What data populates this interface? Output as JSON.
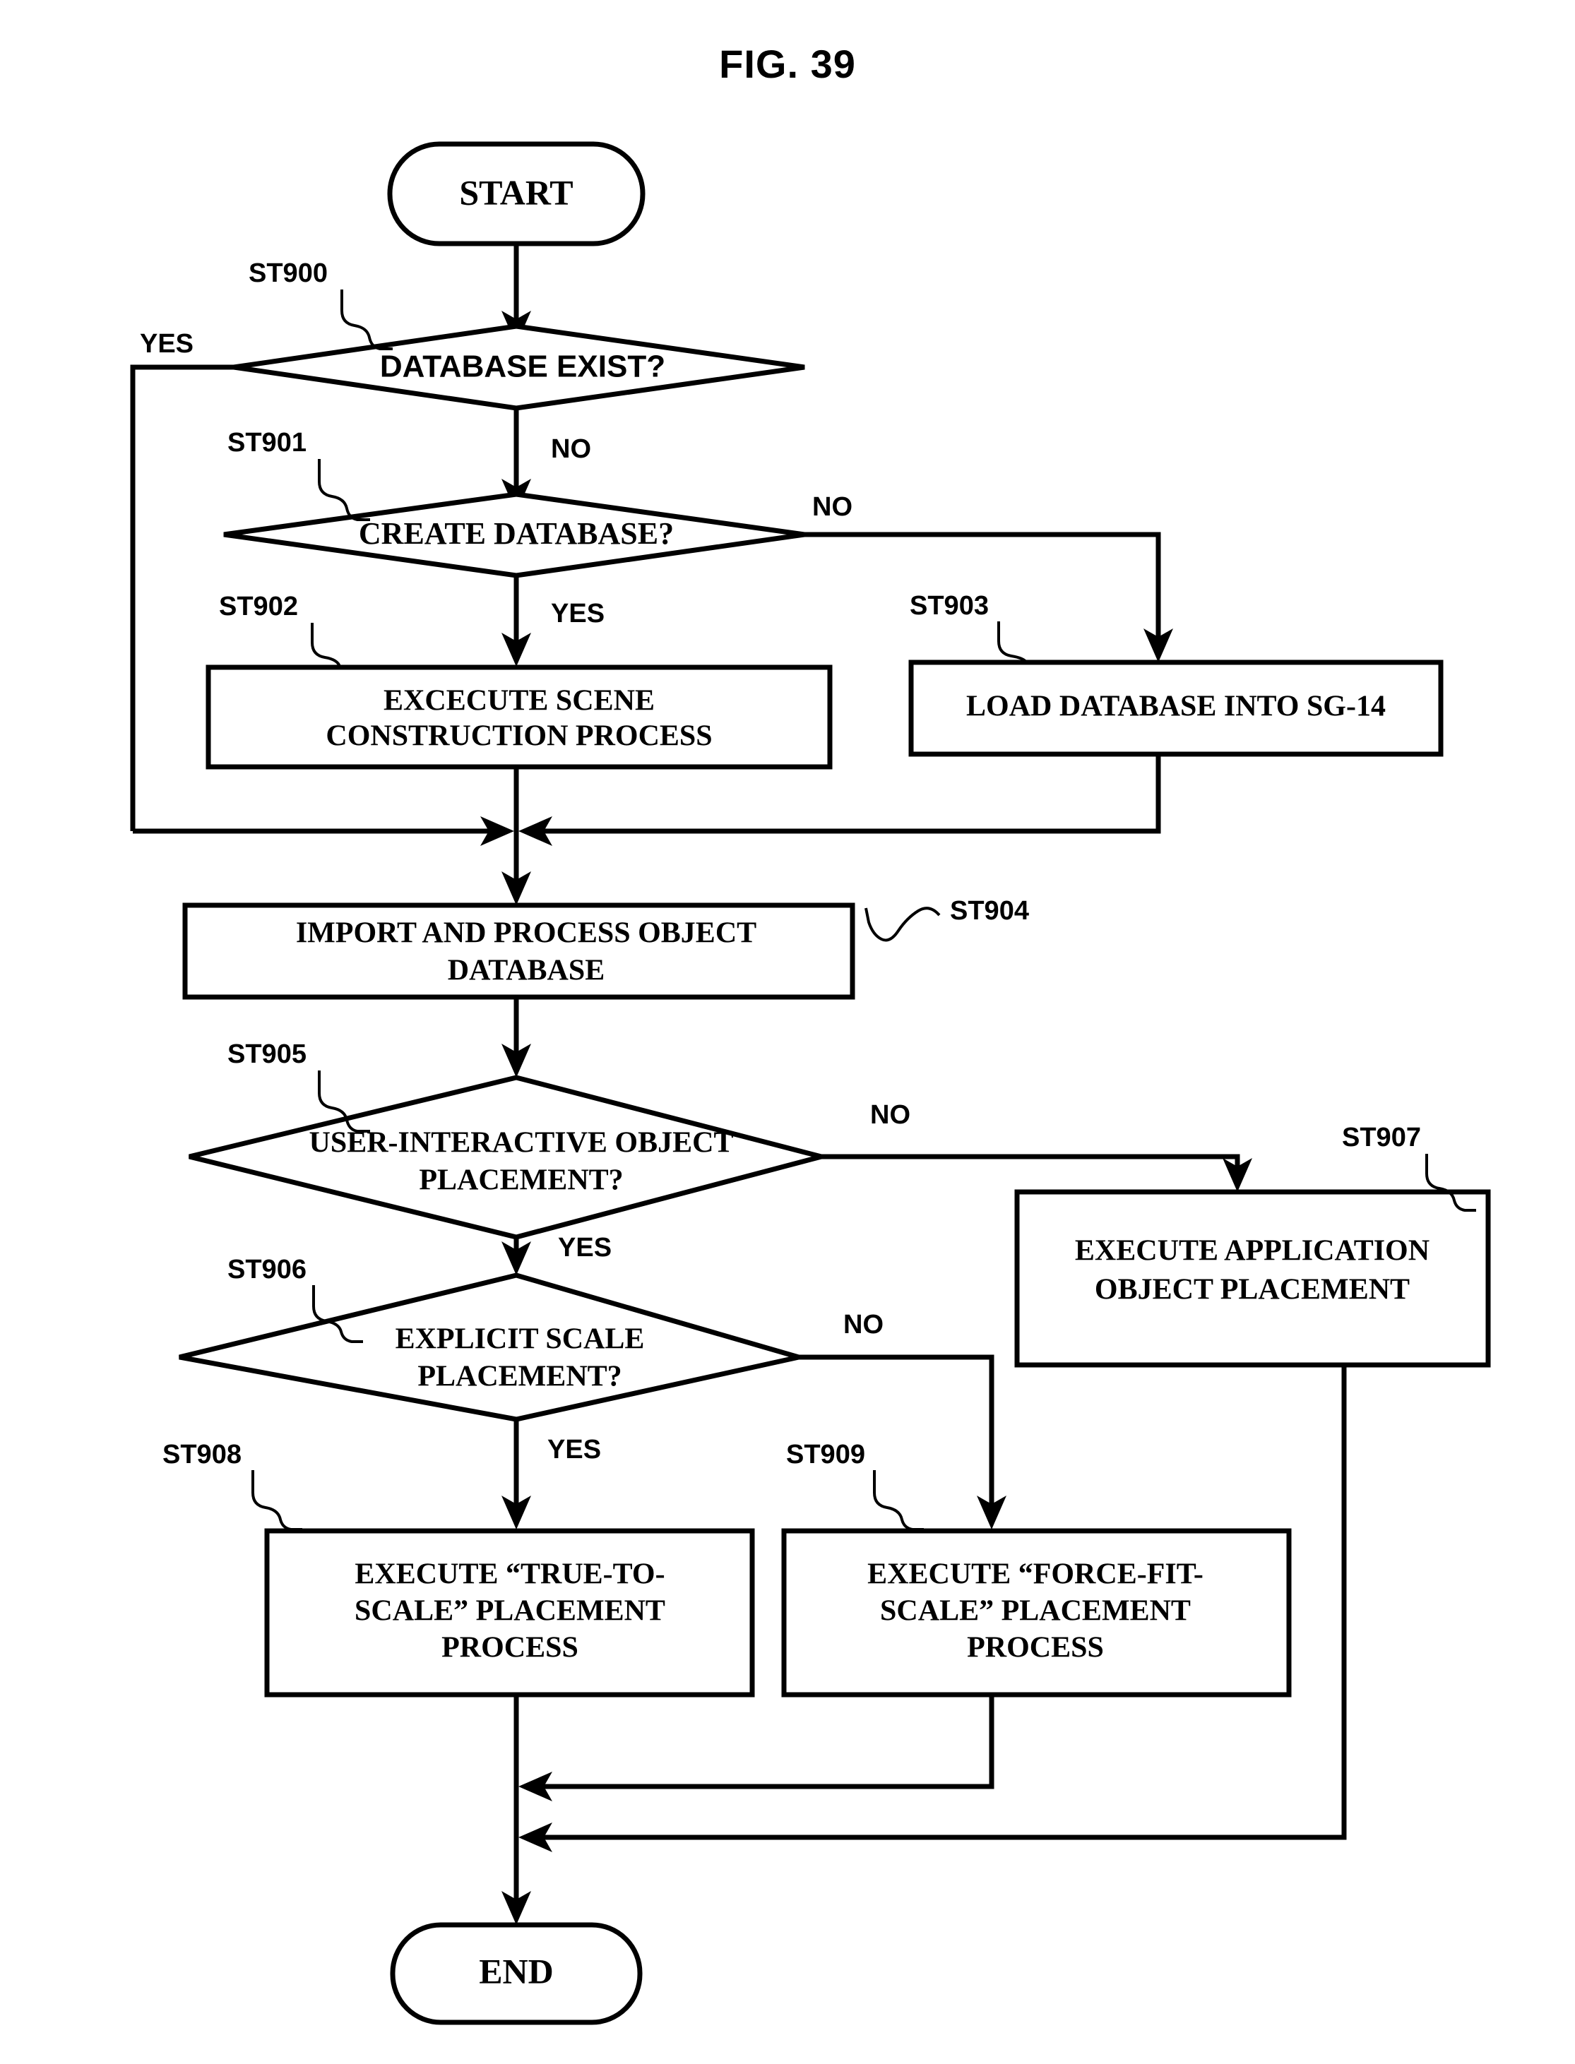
{
  "figure": {
    "title": "FIG. 39",
    "type": "flowchart"
  },
  "nodes": {
    "start": {
      "id": "",
      "label": "START",
      "shape": "terminator"
    },
    "st900": {
      "id": "ST900",
      "label": "DATABASE EXIST?",
      "shape": "decision"
    },
    "st901": {
      "id": "ST901",
      "label": "CREATE DATABASE?",
      "shape": "decision"
    },
    "st902": {
      "id": "ST902",
      "label_line1": "EXCECUTE SCENE",
      "label_line2": "CONSTRUCTION  PROCESS",
      "shape": "process"
    },
    "st903": {
      "id": "ST903",
      "label": "LOAD DATABASE INTO SG-14",
      "shape": "process"
    },
    "st904": {
      "id": "ST904",
      "label_line1": "IMPORT AND PROCESS OBJECT",
      "label_line2": "DATABASE",
      "shape": "process"
    },
    "st905": {
      "id": "ST905",
      "label_line1": "USER-INTERACTIVE OBJECT",
      "label_line2": "PLACEMENT?",
      "shape": "decision"
    },
    "st906": {
      "id": "ST906",
      "label_line1": "EXPLICIT SCALE",
      "label_line2": "PLACEMENT?",
      "shape": "decision"
    },
    "st907": {
      "id": "ST907",
      "label_line1": "EXECUTE APPLICATION",
      "label_line2": "OBJECT PLACEMENT",
      "shape": "process"
    },
    "st908": {
      "id": "ST908",
      "label_line1": "EXECUTE “TRUE-TO-",
      "label_line2": "SCALE” PLACEMENT",
      "label_line3": "PROCESS",
      "shape": "process"
    },
    "st909": {
      "id": "ST909",
      "label_line1": "EXECUTE “FORCE-FIT-",
      "label_line2": "SCALE” PLACEMENT",
      "label_line3": "PROCESS",
      "shape": "process"
    },
    "end": {
      "id": "",
      "label": "END",
      "shape": "terminator"
    }
  },
  "branches": {
    "st900_yes": "YES",
    "st900_no": "NO",
    "st901_yes": "YES",
    "st901_no": "NO",
    "st905_yes": "YES",
    "st905_no": "NO",
    "st906_yes": "YES",
    "st906_no": "NO"
  },
  "colors": {
    "stroke": "#000000",
    "fill": "#ffffff",
    "text": "#000000"
  }
}
